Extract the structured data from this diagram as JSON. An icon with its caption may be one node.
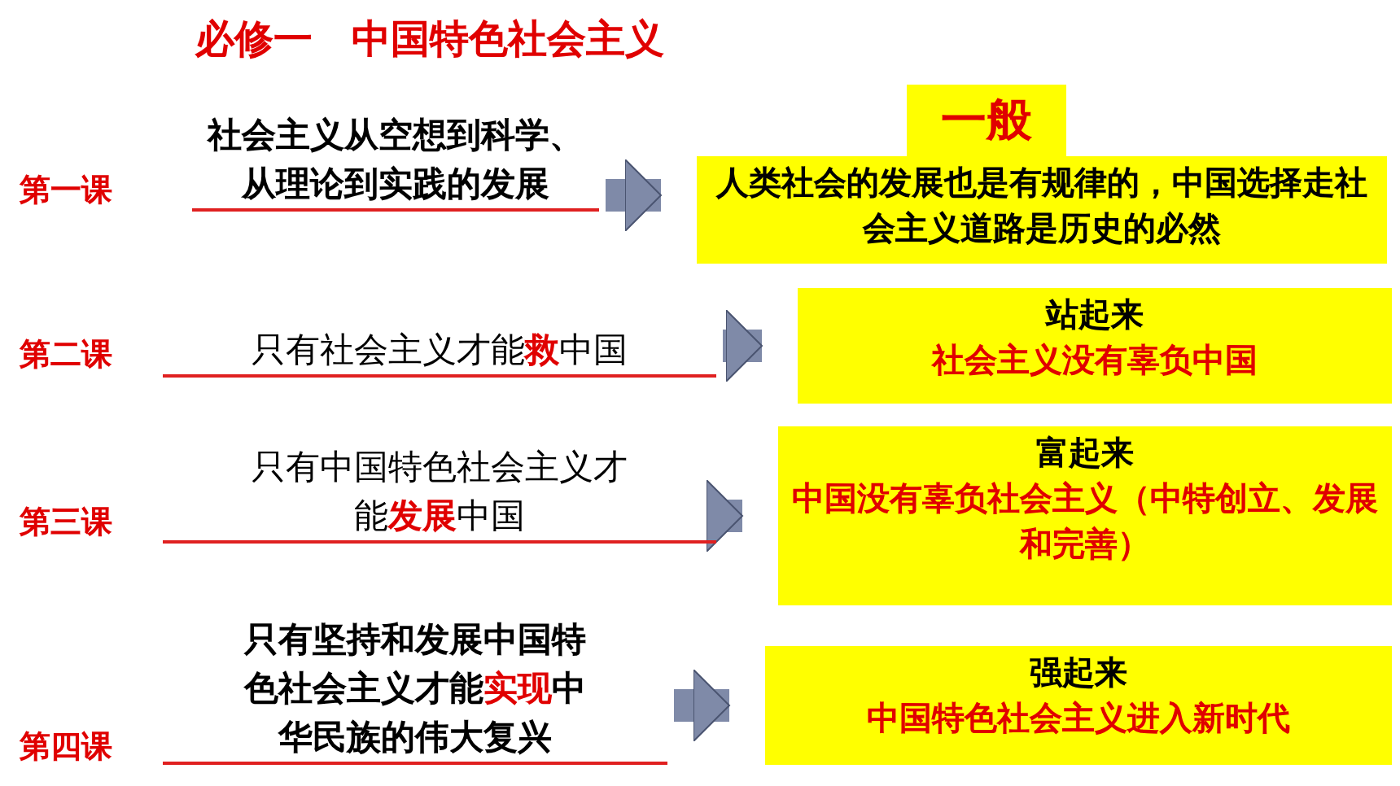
{
  "diagram": {
    "title": "必修一　中国特色社会主义",
    "nodes": [
      {
        "text": [
          "社会主义从空想到科学、从理论到实践的发展"
        ],
        "beside": [
          "第一课"
        ]
      },
      {
        "text": [
          "一般"
        ]
      },
      {
        "text": [
          "人类社会的发展也是有规律的，中国选择走社会主义道路是历史的必然"
        ]
      },
      {
        "text": [
          "只有社会主义才能**救**中国"
        ],
        "beside": [
          "第二课"
        ]
      },
      {
        "text": [
          "站起来",
          "社会主义没有辜负中国"
        ]
      },
      {
        "text": [
          "只有中国特色社会主义才能**发展**中国"
        ],
        "beside": [
          "第三课"
        ]
      },
      {
        "text": [
          "富起来",
          "中国没有辜负社会主义（中特创立、发展和完善）"
        ]
      },
      {
        "text": [
          "只有坚持和发展中国特色社会主义才能**实现**中华民族的伟大复兴"
        ],
        "beside": [
          "第四课"
        ]
      },
      {
        "text": [
          "强起来",
          "中国特色社会主义进入新时代"
        ]
      }
    ],
    "edges": [
      {
        "from": 0,
        "to": 2,
        "arrow": "to"
      },
      {
        "from": 3,
        "to": 4,
        "arrow": "to"
      },
      {
        "from": 5,
        "to": 6,
        "arrow": "to"
      },
      {
        "from": 7,
        "to": 8,
        "arrow": "to"
      }
    ]
  }
}
